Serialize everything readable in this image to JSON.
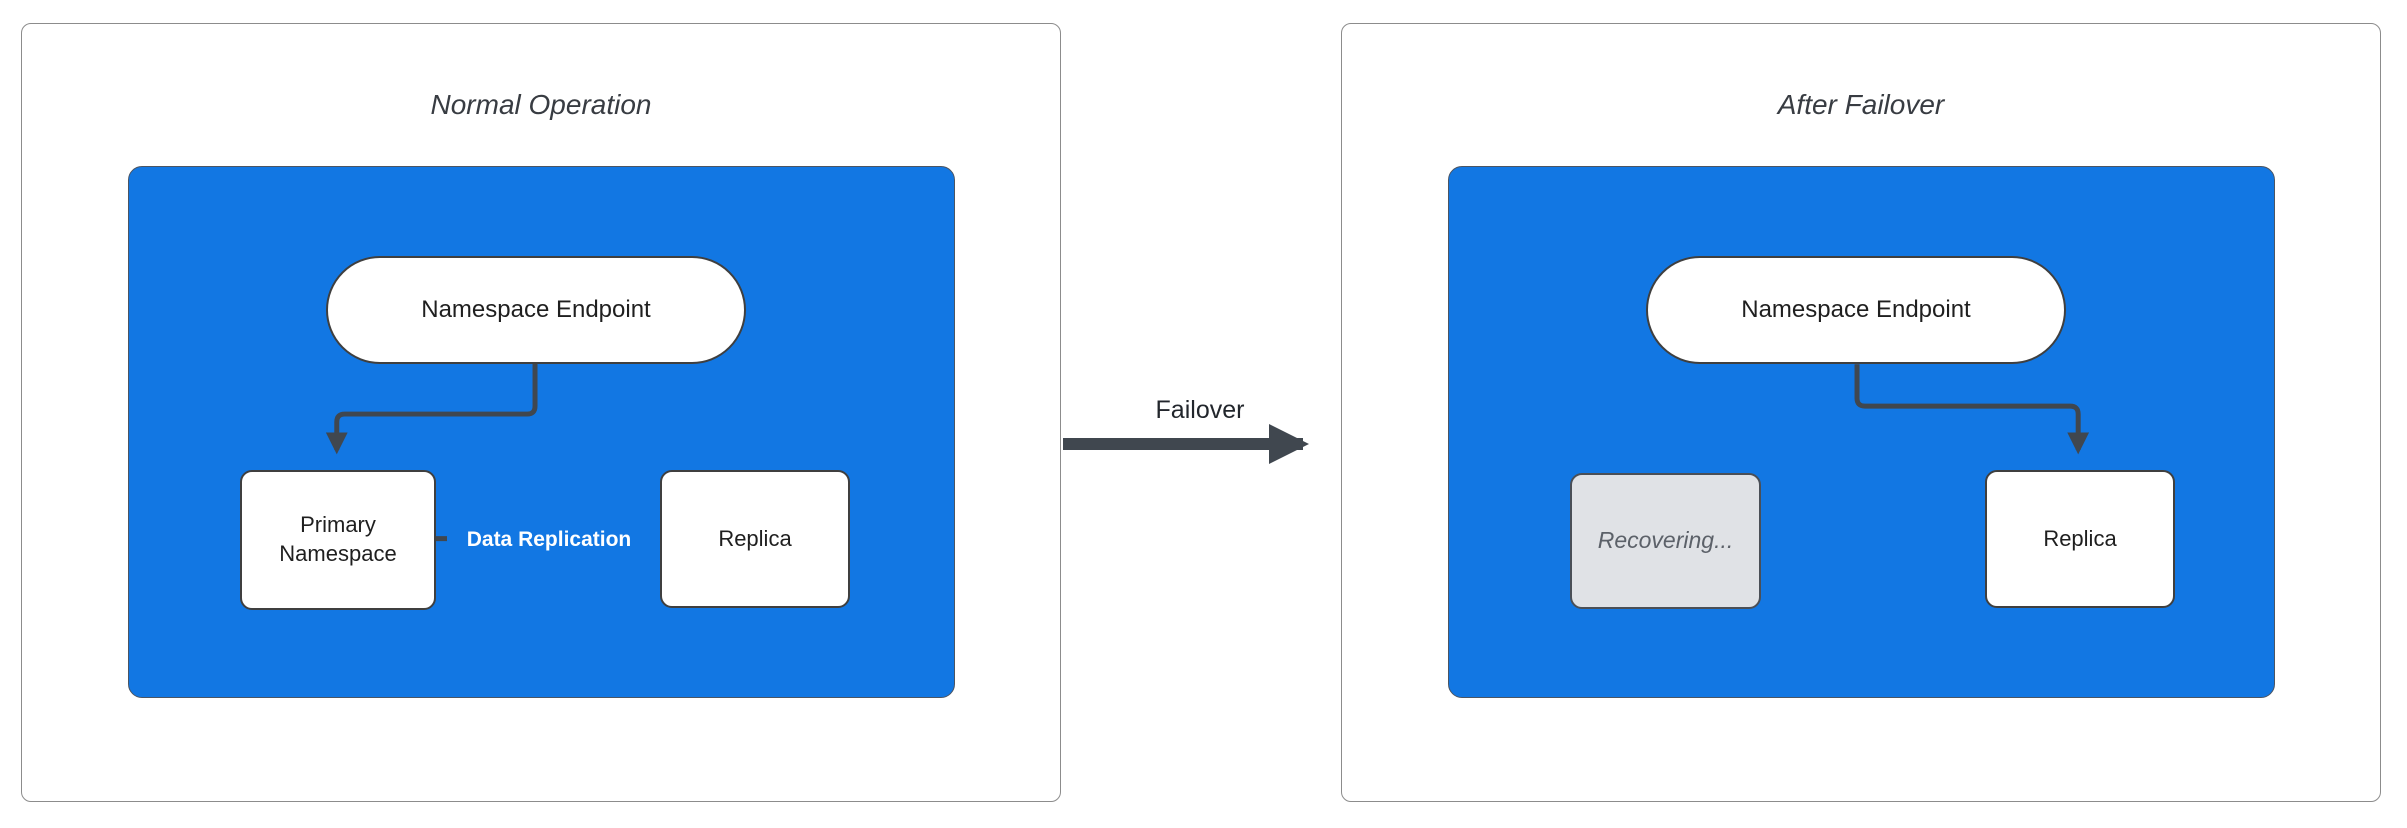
{
  "colors": {
    "canvas_bg": "#ffffff",
    "panel_border": "#8c8c8c",
    "container_blue": "#1277e3",
    "container_border": "#4b5563",
    "node_fill": "#ffffff",
    "node_border": "#3f3f3f",
    "node_text": "#1f1f1f",
    "recovering_fill": "#e0e2e6",
    "recovering_text": "#5c6169",
    "connector": "#40474f",
    "edge_label_text": "#ffffff",
    "title_text": "#383c42"
  },
  "normal_panel": {
    "title": "Normal Operation",
    "endpoint_label": "Namespace Endpoint",
    "primary_label": "Primary Namespace",
    "replica_label": "Replica",
    "replication_label": "Data Replication"
  },
  "failover": {
    "label": "Failover"
  },
  "after_panel": {
    "title": "After Failover",
    "endpoint_label": "Namespace Endpoint",
    "recovering_label": "Recovering...",
    "replica_label": "Replica"
  }
}
